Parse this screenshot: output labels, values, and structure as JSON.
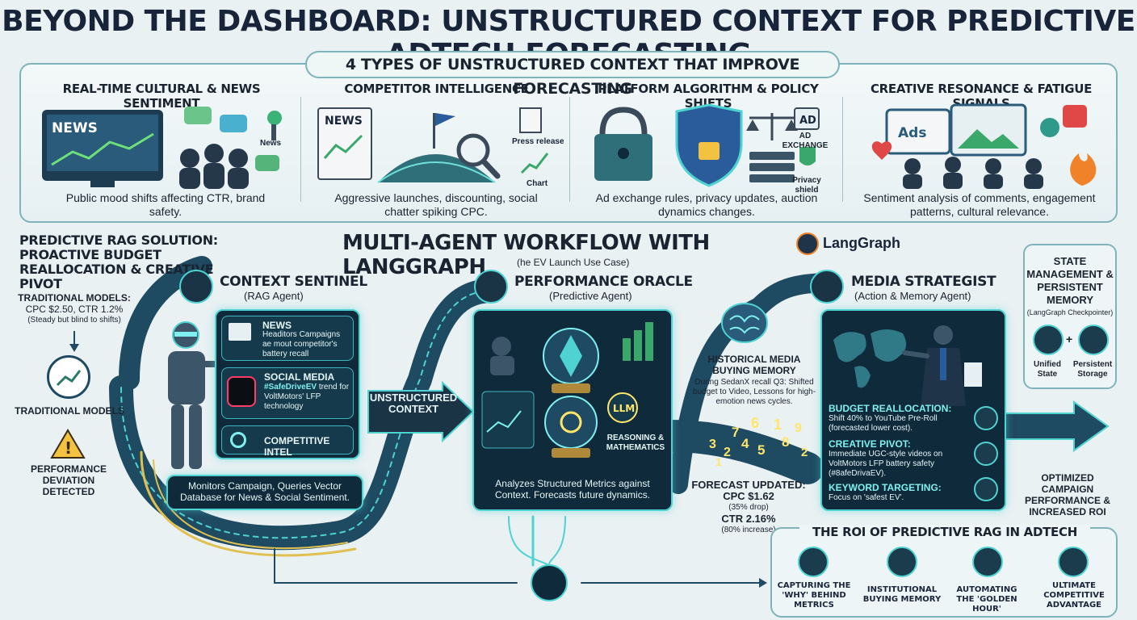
{
  "title": "BEYOND THE DASHBOARD: UNSTRUCTURED CONTEXT FOR PREDICTIVE ADTECH FORECASTING",
  "types_header": "4 TYPES OF UNSTRUCTURED CONTEXT THAT IMPROVE FORECASTING",
  "categories": [
    {
      "title": "REAL-TIME CULTURAL & NEWS SENTIMENT",
      "desc": "Public mood shifts affecting CTR, brand safety.",
      "img_labels": [
        "NEWS",
        "News"
      ]
    },
    {
      "title": "COMPETITOR INTELLIGENCE",
      "desc": "Aggressive launches, discounting, social chatter spiking CPC.",
      "img_labels": [
        "NEWS",
        "Press release",
        "Chart"
      ]
    },
    {
      "title": "PLATFORM ALGORITHM & POLICY SHIFTS",
      "desc": "Ad exchange rules, privacy updates, auction dynamics changes.",
      "img_labels": [
        "AD",
        "AD EXCHANGE",
        "Privacy shield"
      ]
    },
    {
      "title": "CREATIVE RESONANCE & FATIGUE SIGNALS",
      "desc": "Sentiment analysis of comments, engagement patterns, cultural relevance.",
      "img_labels": [
        "Ads"
      ]
    }
  ],
  "solution": {
    "title": "PREDICTIVE RAG SOLUTION: PROACTIVE BUDGET REALLOCATION & CREATIVE PIVOT"
  },
  "workflow": {
    "title": "MULTI-AGENT WORKFLOW WITH LANGGRAPH",
    "brand": "LangGraph",
    "use_case": "(he EV Launch Use Case)"
  },
  "traditional": {
    "header": "TRADITIONAL MODELS:",
    "metrics": "CPC $2.50, CTR 1.2%",
    "note": "(Steady but blind to shifts)",
    "icon_label": "TRADITIONAL MODELS",
    "deviation": "PERFORMANCE DEVIATION DETECTED"
  },
  "sentinel": {
    "name": "CONTEXT SENTINEL",
    "role": "(RAG Agent)",
    "items": [
      {
        "title": "NEWS",
        "text": "Headitors Campaigns ae mout competitor's battery recall"
      },
      {
        "title": "SOCIAL MEDIA",
        "text_hashtag": "#SafeDriveEV",
        "text_rest": "trend for VoltMotors' LFP technology"
      },
      {
        "title": "COMPETITIVE INTEL",
        "text": ""
      }
    ],
    "caption": "Monitors Campaign, Queries Vector Database for News & Social Sentiment."
  },
  "unstructured_label": "UNSTRUCTURED CONTEXT",
  "oracle": {
    "name": "PERFORMANCE ORACLE",
    "role": "(Predictive Agent)",
    "llm": "LLM",
    "reasoning": "REASONING & MATHEMATICS",
    "caption": "Analyzes Structured Metrics against Context. Forecasts future dynamics."
  },
  "memory": {
    "title": "HISTORICAL MEDIA BUYING MEMORY",
    "text": "During SedanX recall Q3: Shifted budget to Video, Lessons for high-emotion news cycles."
  },
  "forecast": {
    "title": "FORECAST UPDATED:",
    "cpc": "CPC $1.62",
    "cpc_note": "(35% drop)",
    "ctr": "CTR 2.16%",
    "ctr_note": "(80% increase)",
    "stream_digits": [
      "3",
      "7",
      "6",
      "1",
      "2",
      "4",
      "5",
      "8",
      "9",
      "1",
      "2"
    ]
  },
  "strategist": {
    "name": "MEDIA STRATEGIST",
    "role": "(Action & Memory Agent)",
    "actions": [
      {
        "title": "BUDGET REALLOCATION:",
        "text": "Shift 40% to YouTube Pre-Roll (forecasted lower cost)."
      },
      {
        "title": "CREATIVE PIVOT:",
        "text": "Immediate UGC-style videos on VoltMotors LFP battery safety (#8afeDrivaEV)."
      },
      {
        "title": "KEYWORD TARGETING:",
        "text": "Focus on 'safest EV'."
      }
    ]
  },
  "state": {
    "title": "STATE MANAGEMENT & PERSISTENT MEMORY",
    "sub": "(LangGraph Checkpointer)",
    "unified": "Unified State",
    "plus": "+",
    "storage": "Persistent Storage"
  },
  "optimized": "OPTIMIZED CAMPAIGN PERFORMANCE & INCREASED ROI",
  "roi": {
    "title": "THE ROI OF PREDICTIVE RAG IN ADTECH",
    "items": [
      "CAPTURING THE 'WHY' BEHIND METRICS",
      "INSTITUTIONAL BUYING MEMORY",
      "AUTOMATING THE 'GOLDEN HOUR'",
      "ULTIMATE COMPETITIVE ADVANTAGE"
    ]
  },
  "colors": {
    "accent": "#4ed2d2",
    "dark": "#0f2a3a",
    "yellow": "#ffe66a",
    "title": "#18243a",
    "panel_border": "#7fb3ba"
  },
  "icons": [
    "news-screen-icon",
    "microphone-icon",
    "chat-icon",
    "magnifier-icon",
    "flag-icon",
    "padlock-icon",
    "shield-icon",
    "scales-icon",
    "heart-icon",
    "fire-icon",
    "robot-icon",
    "crystal-ball-icon",
    "brain-icon",
    "world-map-icon",
    "warning-icon",
    "trend-chart-icon",
    "langgraph-logo-icon",
    "lightbulb-icon",
    "clock-icon",
    "trophy-icon"
  ]
}
